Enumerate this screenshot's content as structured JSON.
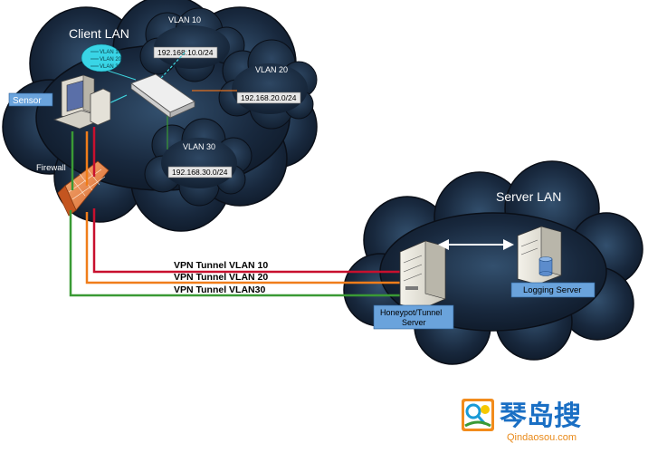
{
  "client_lan": {
    "title": "Client LAN",
    "vlans": [
      {
        "name": "VLAN 10",
        "subnet": "192.168.10.0/24"
      },
      {
        "name": "VLAN 20",
        "subnet": "192.168.20.0/24"
      },
      {
        "name": "VLAN 30",
        "subnet": "192.168.30.0/24"
      }
    ],
    "sensor_label": "Sensor",
    "firewall_label": "Firewall",
    "callout": [
      "VLAN 10",
      "VLAN 20",
      "VLAN 30"
    ]
  },
  "server_lan": {
    "title": "Server LAN",
    "honeypot_label_line1": "Honeypot/Tunnel",
    "honeypot_label_line2": "Server",
    "logging_label": "Logging Server"
  },
  "tunnels": [
    {
      "label": "VPN Tunnel  VLAN 10",
      "color": "#c8102e"
    },
    {
      "label": "VPN Tunnel VLAN 20",
      "color": "#f07d1a"
    },
    {
      "label": "VPN Tunnel VLAN30",
      "color": "#3a9a35"
    }
  ],
  "links": {
    "switch_cyan": "#3fd6e0",
    "switch_red": "#c8102e",
    "switch_orange": "#e07020"
  },
  "watermark": {
    "cn": "琴岛搜",
    "en": "Qindaosou.com"
  }
}
